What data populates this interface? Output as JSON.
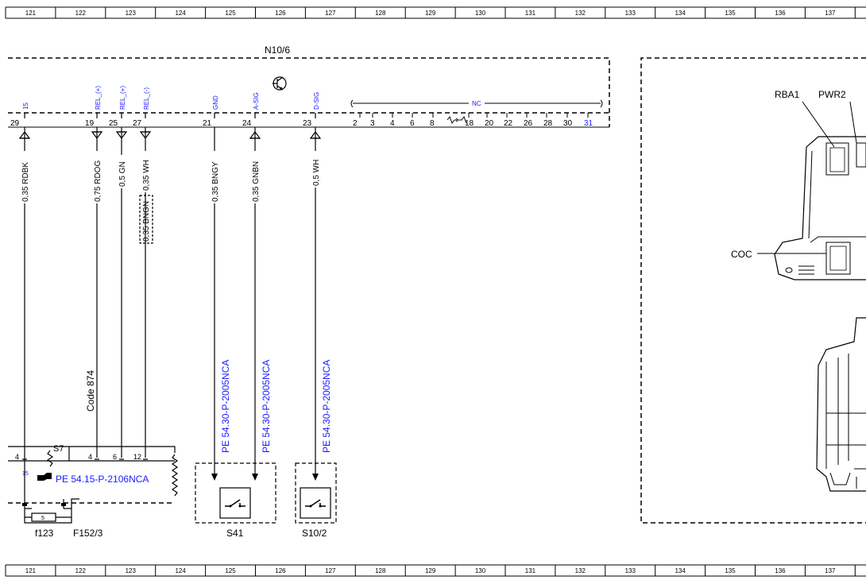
{
  "ruler": {
    "columns": [
      "121",
      "122",
      "123",
      "124",
      "125",
      "126",
      "127",
      "128",
      "129",
      "130",
      "131",
      "132",
      "133",
      "134",
      "135",
      "136",
      "137"
    ]
  },
  "module": {
    "name": "N10/6",
    "signals": {
      "s15": "15",
      "rel_plus_a": "REL_(+)",
      "rel_plus_b": "REL_(+)",
      "rel_minus": "REL_(-)",
      "gnd": "GND",
      "a_sig": "A-SIG",
      "d_sig": "D-SIG",
      "nc": "NC"
    },
    "pins": {
      "p29": "29",
      "p19": "19",
      "p25": "25",
      "p27": "27",
      "p21": "21",
      "p24": "24",
      "p23": "23",
      "nc": [
        "2",
        "3",
        "4",
        "6",
        "8",
        "18",
        "20",
        "22",
        "26",
        "28",
        "30",
        "31"
      ]
    }
  },
  "wires": {
    "w29": "0,35 RDBK",
    "w19": "0,75 RDOG",
    "w25": "0,5 GN",
    "w27": "0,35 WH",
    "w27_alt": "0,35 BNGN",
    "w21": "0,35 BNGY",
    "w24": "0,35 GNBN",
    "w23": "0,5 WH"
  },
  "code_label": "Code 874",
  "refs": {
    "s41_a": "PE 54.30-P-2005NCA",
    "s41_b": "PE 54.30-P-2005NCA",
    "s10_2": "PE 54.30-P-2005NCA",
    "sam": "PE 54.15-P-2106NCA"
  },
  "bottom_left": {
    "s7": "S7",
    "pin_4a": "4",
    "pin_4b": "4",
    "pin_6": "6",
    "pin_12": "12",
    "pin_15": "15",
    "fuse_value": "5",
    "f123": "f123",
    "f152": "F152/3"
  },
  "components": {
    "s41": "S41",
    "s10_2": "S10/2"
  },
  "photo_labels": {
    "rba1": "RBA1",
    "pwr2": "PWR2",
    "coc": "COC"
  }
}
